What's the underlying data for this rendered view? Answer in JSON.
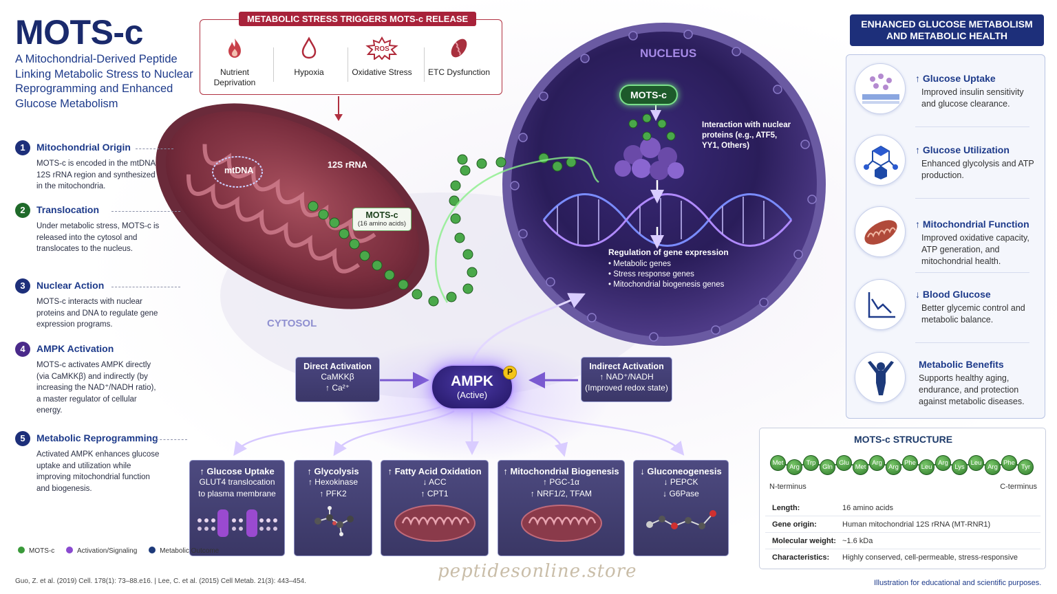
{
  "title": "MOTS-c",
  "subtitle": "A Mitochondrial-Derived Peptide Linking Metabolic Stress to Nuclear Reprogramming and Enhanced Glucose Metabolism",
  "steps": [
    {
      "num": "1",
      "title": "Mitochondrial Origin",
      "desc": "MOTS-c is encoded in the mtDNA 12S rRNA region and synthesized in the mitochondria.",
      "color": "#1d2f7a"
    },
    {
      "num": "2",
      "title": "Translocation",
      "desc": "Under metabolic stress, MOTS-c is released into the cytosol and translocates to the nucleus.",
      "color": "#1f6a2a"
    },
    {
      "num": "3",
      "title": "Nuclear Action",
      "desc": "MOTS-c interacts with nuclear proteins and DNA to regulate gene expression programs.",
      "color": "#1d2f7a"
    },
    {
      "num": "4",
      "title": "AMPK Activation",
      "desc": "MOTS-c activates AMPK directly (via CaMKKβ) and indirectly (by increasing the NAD⁺/NADH ratio), a master regulator of cellular energy.",
      "color": "#4a2a8a"
    },
    {
      "num": "5",
      "title": "Metabolic Reprogramming",
      "desc": "Activated AMPK enhances glucose uptake and utilization while improving mitochondrial function and biogenesis.",
      "color": "#1d2f7a"
    }
  ],
  "triggers": {
    "heading": "METABOLIC STRESS TRIGGERS MOTS-c RELEASE",
    "items": [
      {
        "label": "Nutrient Deprivation",
        "icon": "flame-icon"
      },
      {
        "label": "Hypoxia",
        "icon": "droplet-icon"
      },
      {
        "label": "Oxidative Stress",
        "icon": "ros-burst-icon",
        "badge": "ROS"
      },
      {
        "label": "ETC Dysfunction",
        "icon": "damaged-mitochondrion-icon"
      }
    ]
  },
  "diagram": {
    "nucleus_label": "NUCLEUS",
    "cytosol_label": "CYTOSOL",
    "mtdna_label": "mtDNA",
    "rrna_label": "12S rRNA",
    "mots_tag": {
      "name": "MOTS-c",
      "sub": "(16 amino acids)"
    },
    "nuclear_pill": "MOTS-c",
    "interaction": "Interaction with nuclear proteins (e.g., ATF5, YY1, Others)",
    "regulation": {
      "heading": "Regulation of gene expression",
      "items": [
        "Metabolic genes",
        "Stress response genes",
        "Mitochondrial biogenesis genes"
      ]
    }
  },
  "activation": {
    "direct": {
      "title": "Direct Activation",
      "lines": [
        "CaMKKβ",
        "↑ Ca²⁺"
      ]
    },
    "indirect": {
      "title": "Indirect Activation",
      "lines": [
        "↑ NAD⁺/NADH",
        "(Improved redox state)"
      ]
    },
    "ampk": {
      "title": "AMPK",
      "state": "(Active)",
      "badge": "P"
    }
  },
  "outcomes": [
    {
      "title": "↑ Glucose Uptake",
      "lines": [
        "GLUT4 translocation",
        "to plasma membrane"
      ],
      "icon": "glut4-membrane-icon"
    },
    {
      "title": "↑ Glycolysis",
      "lines": [
        "↑ Hexokinase",
        "↑ PFK2"
      ],
      "icon": "molecule-icon"
    },
    {
      "title": "↑ Fatty Acid Oxidation",
      "lines": [
        "↓ ACC",
        "↑ CPT1"
      ],
      "icon": "mitochondrion-icon"
    },
    {
      "title": "↑ Mitochondrial Biogenesis",
      "lines": [
        "↑ PGC-1α",
        "↑ NRF1/2, TFAM"
      ],
      "icon": "mitochondrion-icon"
    },
    {
      "title": "↓ Gluconeogenesis",
      "lines": [
        "↓ PEPCK",
        "↓ G6Pase"
      ],
      "icon": "molecule-icon"
    }
  ],
  "legend": [
    {
      "label": "MOTS-c",
      "color": "#3a9a3a"
    },
    {
      "label": "Activation/Signaling",
      "color": "#8a4ad0"
    },
    {
      "label": "Metabolic Outcome",
      "color": "#1d3a7a"
    }
  ],
  "right_panel": {
    "heading": "ENHANCED GLUCOSE METABOLISM AND METABOLIC HEALTH",
    "benefits": [
      {
        "title": "↑ Glucose Uptake",
        "desc": "Improved insulin sensitivity and glucose clearance.",
        "icon": "glucose-membrane-icon"
      },
      {
        "title": "↑ Glucose Utilization",
        "desc": "Enhanced glycolysis and ATP production.",
        "icon": "hexagon-molecule-icon"
      },
      {
        "title": "↑ Mitochondrial Function",
        "desc": "Improved oxidative capacity, ATP generation, and mitochondrial health.",
        "icon": "mitochondrion-icon"
      },
      {
        "title": "↓ Blood Glucose",
        "desc": "Better glycemic control and metabolic balance.",
        "icon": "declining-chart-icon"
      },
      {
        "title": "Metabolic Benefits",
        "desc": "Supports healthy aging, endurance, and protection against metabolic diseases.",
        "icon": "person-arms-up-icon"
      }
    ]
  },
  "structure": {
    "heading": "MOTS-c STRUCTURE",
    "residues": [
      "Met",
      "Arg",
      "Trp",
      "Gln",
      "Glu",
      "Met",
      "Arg",
      "Arg",
      "Phe",
      "Leu",
      "Arg",
      "Lys",
      "Leu",
      "Arg",
      "Phe",
      "Tyr"
    ],
    "n_term": "N-terminus",
    "c_term": "C-terminus",
    "specs": [
      {
        "key": "Length:",
        "value": "16 amino acids"
      },
      {
        "key": "Gene origin:",
        "value": "Human mitochondrial 12S rRNA (MT-RNR1)"
      },
      {
        "key": "Molecular weight:",
        "value": "~1.6 kDa"
      },
      {
        "key": "Characteristics:",
        "value": "Highly conserved, cell-permeable, stress-responsive"
      }
    ]
  },
  "footer": {
    "citation": "Guo, Z. et al. (2019) Cell. 178(1): 73–88.e16. | Lee, C. et al. (2015) Cell Metab. 21(3): 443–454.",
    "watermark": "peptidesonline.store",
    "note": "Illustration for educational and scientific purposes."
  }
}
